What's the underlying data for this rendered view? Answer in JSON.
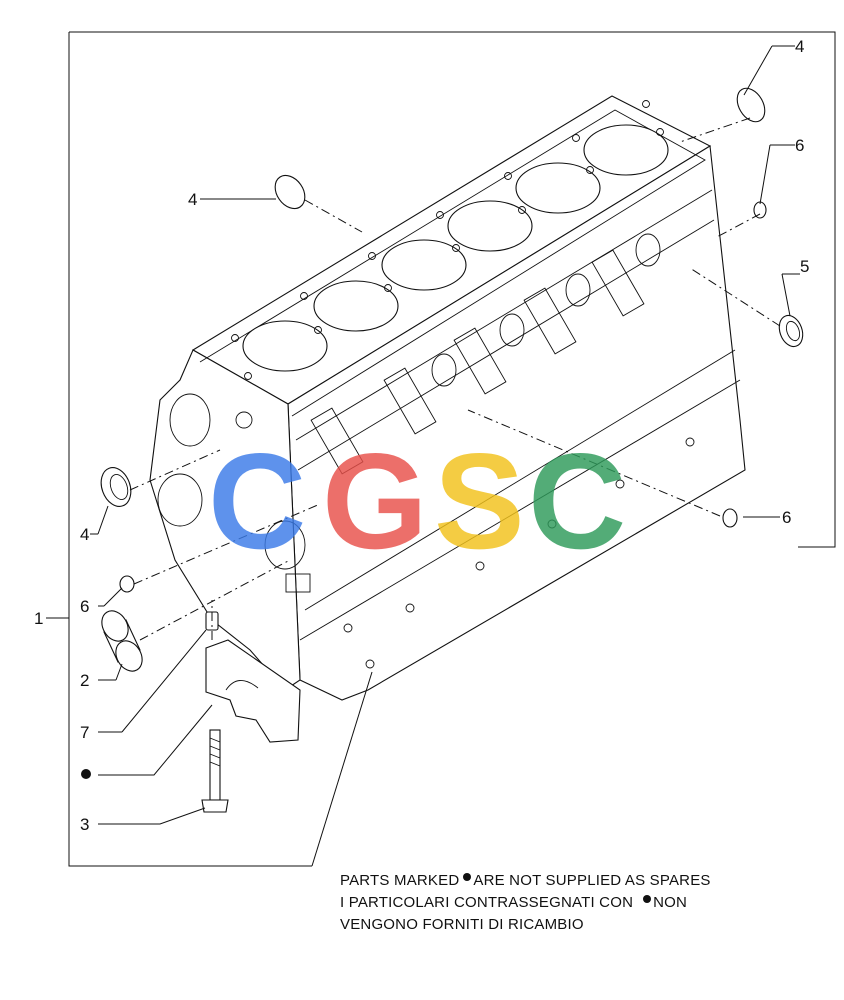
{
  "callouts": {
    "c1": "1",
    "c2": "2",
    "c3": "3",
    "c4a": "4",
    "c4b": "4",
    "c4c": "4",
    "c5": "5",
    "c6a": "6",
    "c6b": "6",
    "c6c": "6",
    "c7": "7"
  },
  "notes": {
    "line1_a": "PARTS MARKED",
    "line1_b": "ARE NOT SUPPLIED AS SPARES",
    "line2_a": "I PARTICOLARI  CONTRASSEGNATI  CON",
    "line2_b": "NON",
    "line3": "VENGONO FORNITI DI RICAMBIO"
  },
  "watermark": {
    "letters": [
      "C",
      "G",
      "S",
      "C"
    ],
    "colors": [
      "#3b7be8",
      "#e8504a",
      "#f2c21b",
      "#2e9a5a"
    ]
  },
  "colors": {
    "line": "#111111",
    "background": "#ffffff"
  }
}
